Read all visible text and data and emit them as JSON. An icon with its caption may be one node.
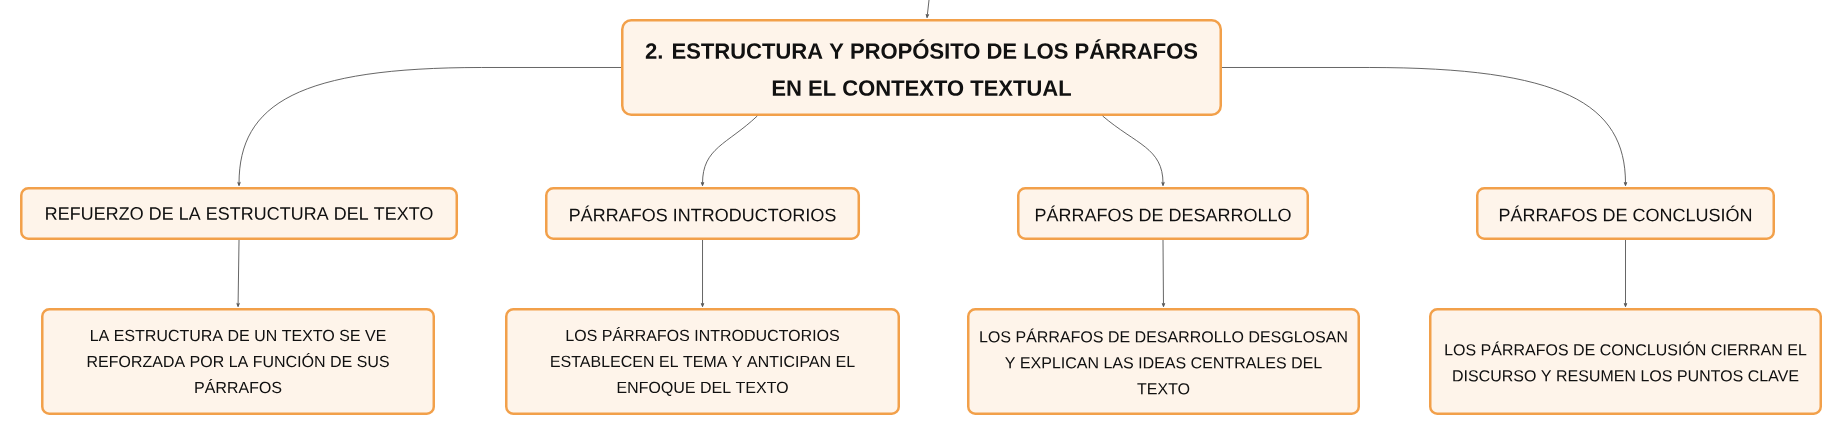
{
  "diagram": {
    "nodes": [
      {
        "text": [
          "2. ESTRUCTURA Y PROPÓSITO DE LOS PÁRRAFOS EN EL CONTEXTO TEXTUAL"
        ]
      },
      {
        "text": [
          "REFUERZO DE LA ESTRUCTURA DEL TEXTO"
        ]
      },
      {
        "text": [
          "PÁRRAFOS INTRODUCTORIOS"
        ]
      },
      {
        "text": [
          "PÁRRAFOS DE DESARROLLO"
        ]
      },
      {
        "text": [
          "PÁRRAFOS DE CONCLUSIÓN"
        ]
      },
      {
        "text": [
          "LA ESTRUCTURA DE UN TEXTO SE VE REFORZADA POR LA FUNCIÓN DE SUS PÁRRAFOS"
        ]
      },
      {
        "text": [
          "LOS PÁRRAFOS INTRODUCTORIOS ESTABLECEN EL TEMA Y ANTICIPAN EL ENFOQUE DEL TEXTO"
        ]
      },
      {
        "text": [
          "LOS PÁRRAFOS DE DESARROLLO DESGLOSAN Y EXPLICAN LAS IDEAS CENTRALES DEL TEXTO"
        ]
      },
      {
        "text": [
          "LOS PÁRRAFOS DE CONCLUSIÓN CIERRAN EL DISCURSO Y RESUMEN LOS PUNTOS CLAVE"
        ]
      }
    ],
    "edges": [
      {
        "from": null,
        "to": 0,
        "arrow": "to"
      },
      {
        "from": 0,
        "to": 1,
        "arrow": "to"
      },
      {
        "from": 0,
        "to": 2,
        "arrow": "to"
      },
      {
        "from": 0,
        "to": 3,
        "arrow": "to"
      },
      {
        "from": 0,
        "to": 4,
        "arrow": "to"
      },
      {
        "from": 1,
        "to": 5,
        "arrow": "to"
      },
      {
        "from": 2,
        "to": 6,
        "arrow": "to"
      },
      {
        "from": 3,
        "to": 7,
        "arrow": "to"
      },
      {
        "from": 4,
        "to": 8,
        "arrow": "to"
      }
    ]
  }
}
